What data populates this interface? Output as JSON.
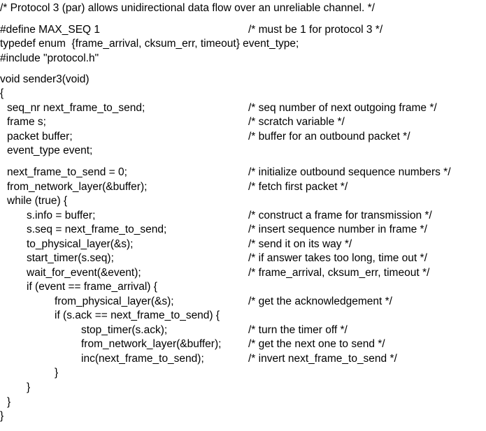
{
  "lines": [
    {
      "code": "/* Protocol 3 (par) allows unidirectional data flow over an unreliable channel. */",
      "indent": 0,
      "comment": ""
    },
    {
      "code": "#define MAX_SEQ 1",
      "indent": 0,
      "comment": "/* must be 1 for protocol 3 */"
    },
    {
      "code": "typedef enum  {frame_arrival, cksum_err, timeout} event_type;",
      "indent": 0,
      "comment": ""
    },
    {
      "code": "#include \"protocol.h\"",
      "indent": 0,
      "comment": ""
    },
    {
      "code": "void sender3(void)",
      "indent": 0,
      "comment": ""
    },
    {
      "code": "{",
      "indent": 0,
      "comment": ""
    },
    {
      "code": "seq_nr next_frame_to_send;",
      "indent": 1,
      "comment": "/* seq number of next outgoing frame */"
    },
    {
      "code": "frame s;",
      "indent": 1,
      "comment": "/* scratch variable */"
    },
    {
      "code": "packet buffer;",
      "indent": 1,
      "comment": "/* buffer for an outbound packet */"
    },
    {
      "code": "event_type event;",
      "indent": 1,
      "comment": ""
    },
    {
      "code": "next_frame_to_send = 0;",
      "indent": 1,
      "comment": "/* initialize outbound sequence numbers */"
    },
    {
      "code": "from_network_layer(&buffer);",
      "indent": 1,
      "comment": "/* fetch first packet */"
    },
    {
      "code": "while (true) {",
      "indent": 1,
      "comment": ""
    },
    {
      "code": "s.info = buffer;",
      "indent": 2,
      "comment": "/* construct a frame for transmission */"
    },
    {
      "code": "s.seq = next_frame_to_send;",
      "indent": 2,
      "comment": "/* insert sequence number in frame */"
    },
    {
      "code": "to_physical_layer(&s);",
      "indent": 2,
      "comment": "/* send it on its way */"
    },
    {
      "code": "start_timer(s.seq);",
      "indent": 2,
      "comment": "/* if answer takes too long, time out */"
    },
    {
      "code": "wait_for_event(&event);",
      "indent": 2,
      "comment": "/* frame_arrival, cksum_err, timeout */"
    },
    {
      "code": "if (event == frame_arrival) {",
      "indent": 2,
      "comment": ""
    },
    {
      "code": "from_physical_layer(&s);",
      "indent": 3,
      "comment": "/* get the acknowledgement */"
    },
    {
      "code": "if (s.ack == next_frame_to_send) {",
      "indent": 3,
      "comment": ""
    },
    {
      "code": "stop_timer(s.ack);",
      "indent": 4,
      "comment": "/* turn the timer off */"
    },
    {
      "code": "from_network_layer(&buffer);",
      "indent": 4,
      "comment": "/* get the next one to send */"
    },
    {
      "code": "inc(next_frame_to_send);",
      "indent": 4,
      "comment": "/* invert next_frame_to_send */"
    },
    {
      "code": "}",
      "indent": 3,
      "comment": ""
    },
    {
      "code": "}",
      "indent": 2,
      "comment": ""
    },
    {
      "code": "}",
      "indent": 1,
      "comment": ""
    },
    {
      "code": "}",
      "indent": 0,
      "comment": ""
    }
  ]
}
